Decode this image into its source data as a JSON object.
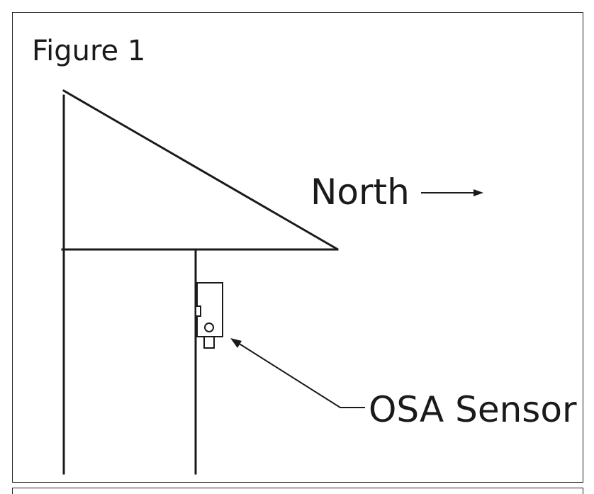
{
  "figure": {
    "title": "Figure 1"
  },
  "labels": {
    "north": "North",
    "sensor": "OSA Sensor"
  },
  "colors": {
    "line": "#1a1a1a",
    "background": "#ffffff"
  }
}
